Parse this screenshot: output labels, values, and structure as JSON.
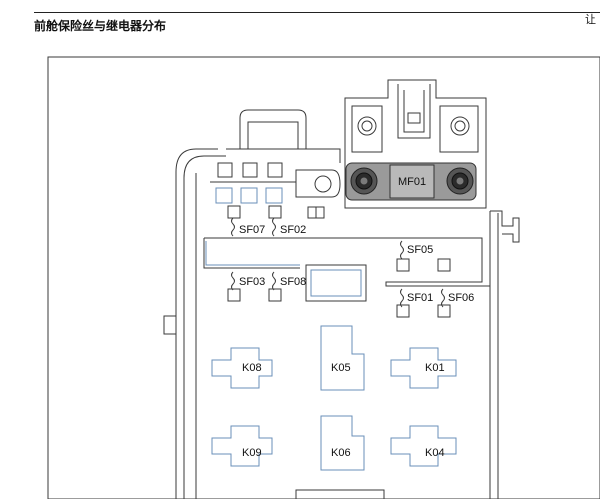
{
  "header": {
    "corner_mark": "让",
    "title": "前舱保险丝与继电器分布"
  },
  "diagram": {
    "main_fuse": "MF01",
    "fuses": {
      "sf07": "SF07",
      "sf02": "SF02",
      "sf05": "SF05",
      "sf03": "SF03",
      "sf08": "SF08",
      "sf01": "SF01",
      "sf06": "SF06"
    },
    "relays": {
      "k08": "K08",
      "k05": "K05",
      "k01": "K01",
      "k09": "K09",
      "k06": "K06",
      "k04": "K04"
    }
  }
}
